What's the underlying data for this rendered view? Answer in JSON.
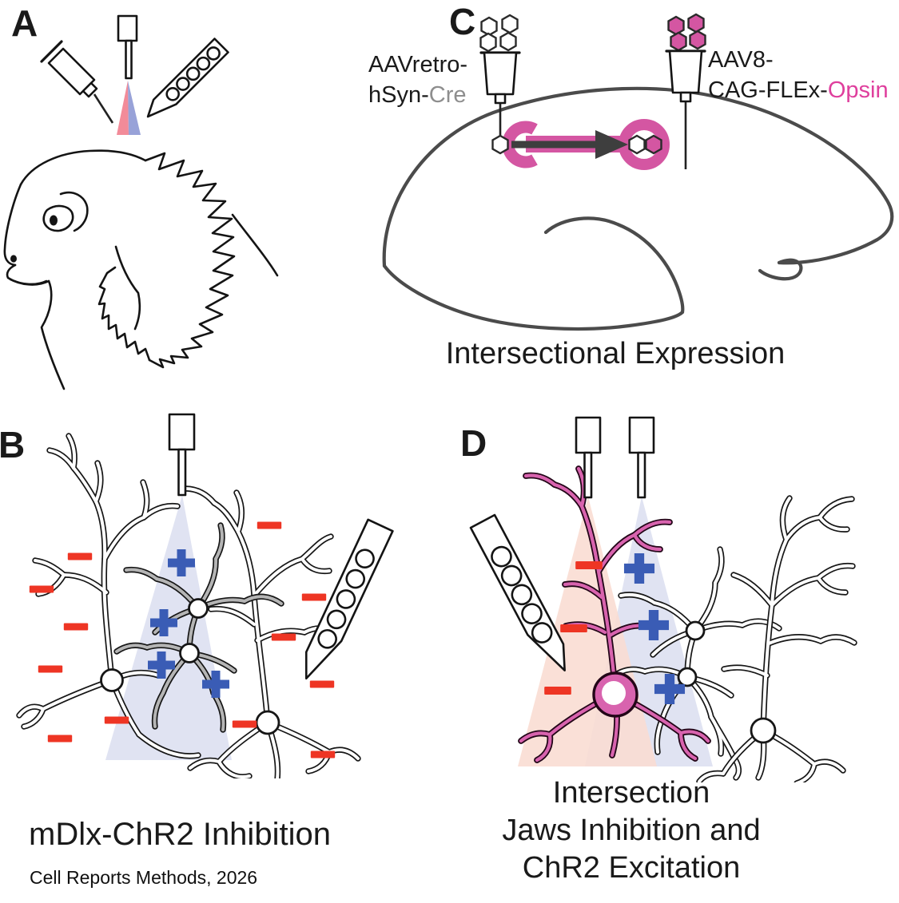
{
  "figure": {
    "panel_a": {
      "label": "A"
    },
    "panel_b": {
      "label": "B",
      "caption": "mDlx-ChR2 Inhibition",
      "minus_mark_count": 12,
      "plus_mark_count": 4
    },
    "panel_c": {
      "label": "C",
      "caption": "Intersectional Expression",
      "left_injection": {
        "line1": "AAVretro-",
        "line2_prefix": "hSyn-",
        "line2_accent": "Cre"
      },
      "right_injection": {
        "line1": "AAV8-",
        "line2_prefix": "CAG-FLEx-",
        "line2_accent": "Opsin"
      }
    },
    "panel_d": {
      "label": "D",
      "caption_lines": [
        "Intersection",
        "Jaws Inhibition and",
        "ChR2 Excitation"
      ],
      "minus_mark_count": 3,
      "plus_mark_count": 3
    },
    "source_note": "Cell Reports Methods, 2026"
  },
  "icons": {
    "syringe-icon": "injection syringe",
    "optical-fiber-icon": "fiber ferrule emitting light cone",
    "electrode-probe-icon": "linear recording probe with contact sites",
    "virus-hexagon-icon": "AAV particle hexagon",
    "neuron-icon": "neuron line drawing",
    "monkey-head-icon": "marmoset head profile sketch",
    "brain-outline-icon": "marmoset brain outline",
    "projection-arrow-icon": "retrograde projection arrow",
    "minus-icon": "inhibition minus mark",
    "plus-icon": "excitation plus mark"
  },
  "colors": {
    "red-mark": "#ee3524",
    "blue-mark": "#3a5cb5",
    "path-pink": "#d456a2",
    "neuron-pink": "#d863ae",
    "opsin-text": "#df3f9d",
    "cre-text": "#8e8e8e",
    "cone-blue": "#e0e3f2",
    "cone-red": "#f9dcd1",
    "cone-pink-a": "#f28b99",
    "cone-blue-a": "#98a2d8",
    "gray-neuron": "#b5b5b5",
    "brain-line": "#4b4b4b",
    "arrow": "#3e3e3e"
  }
}
